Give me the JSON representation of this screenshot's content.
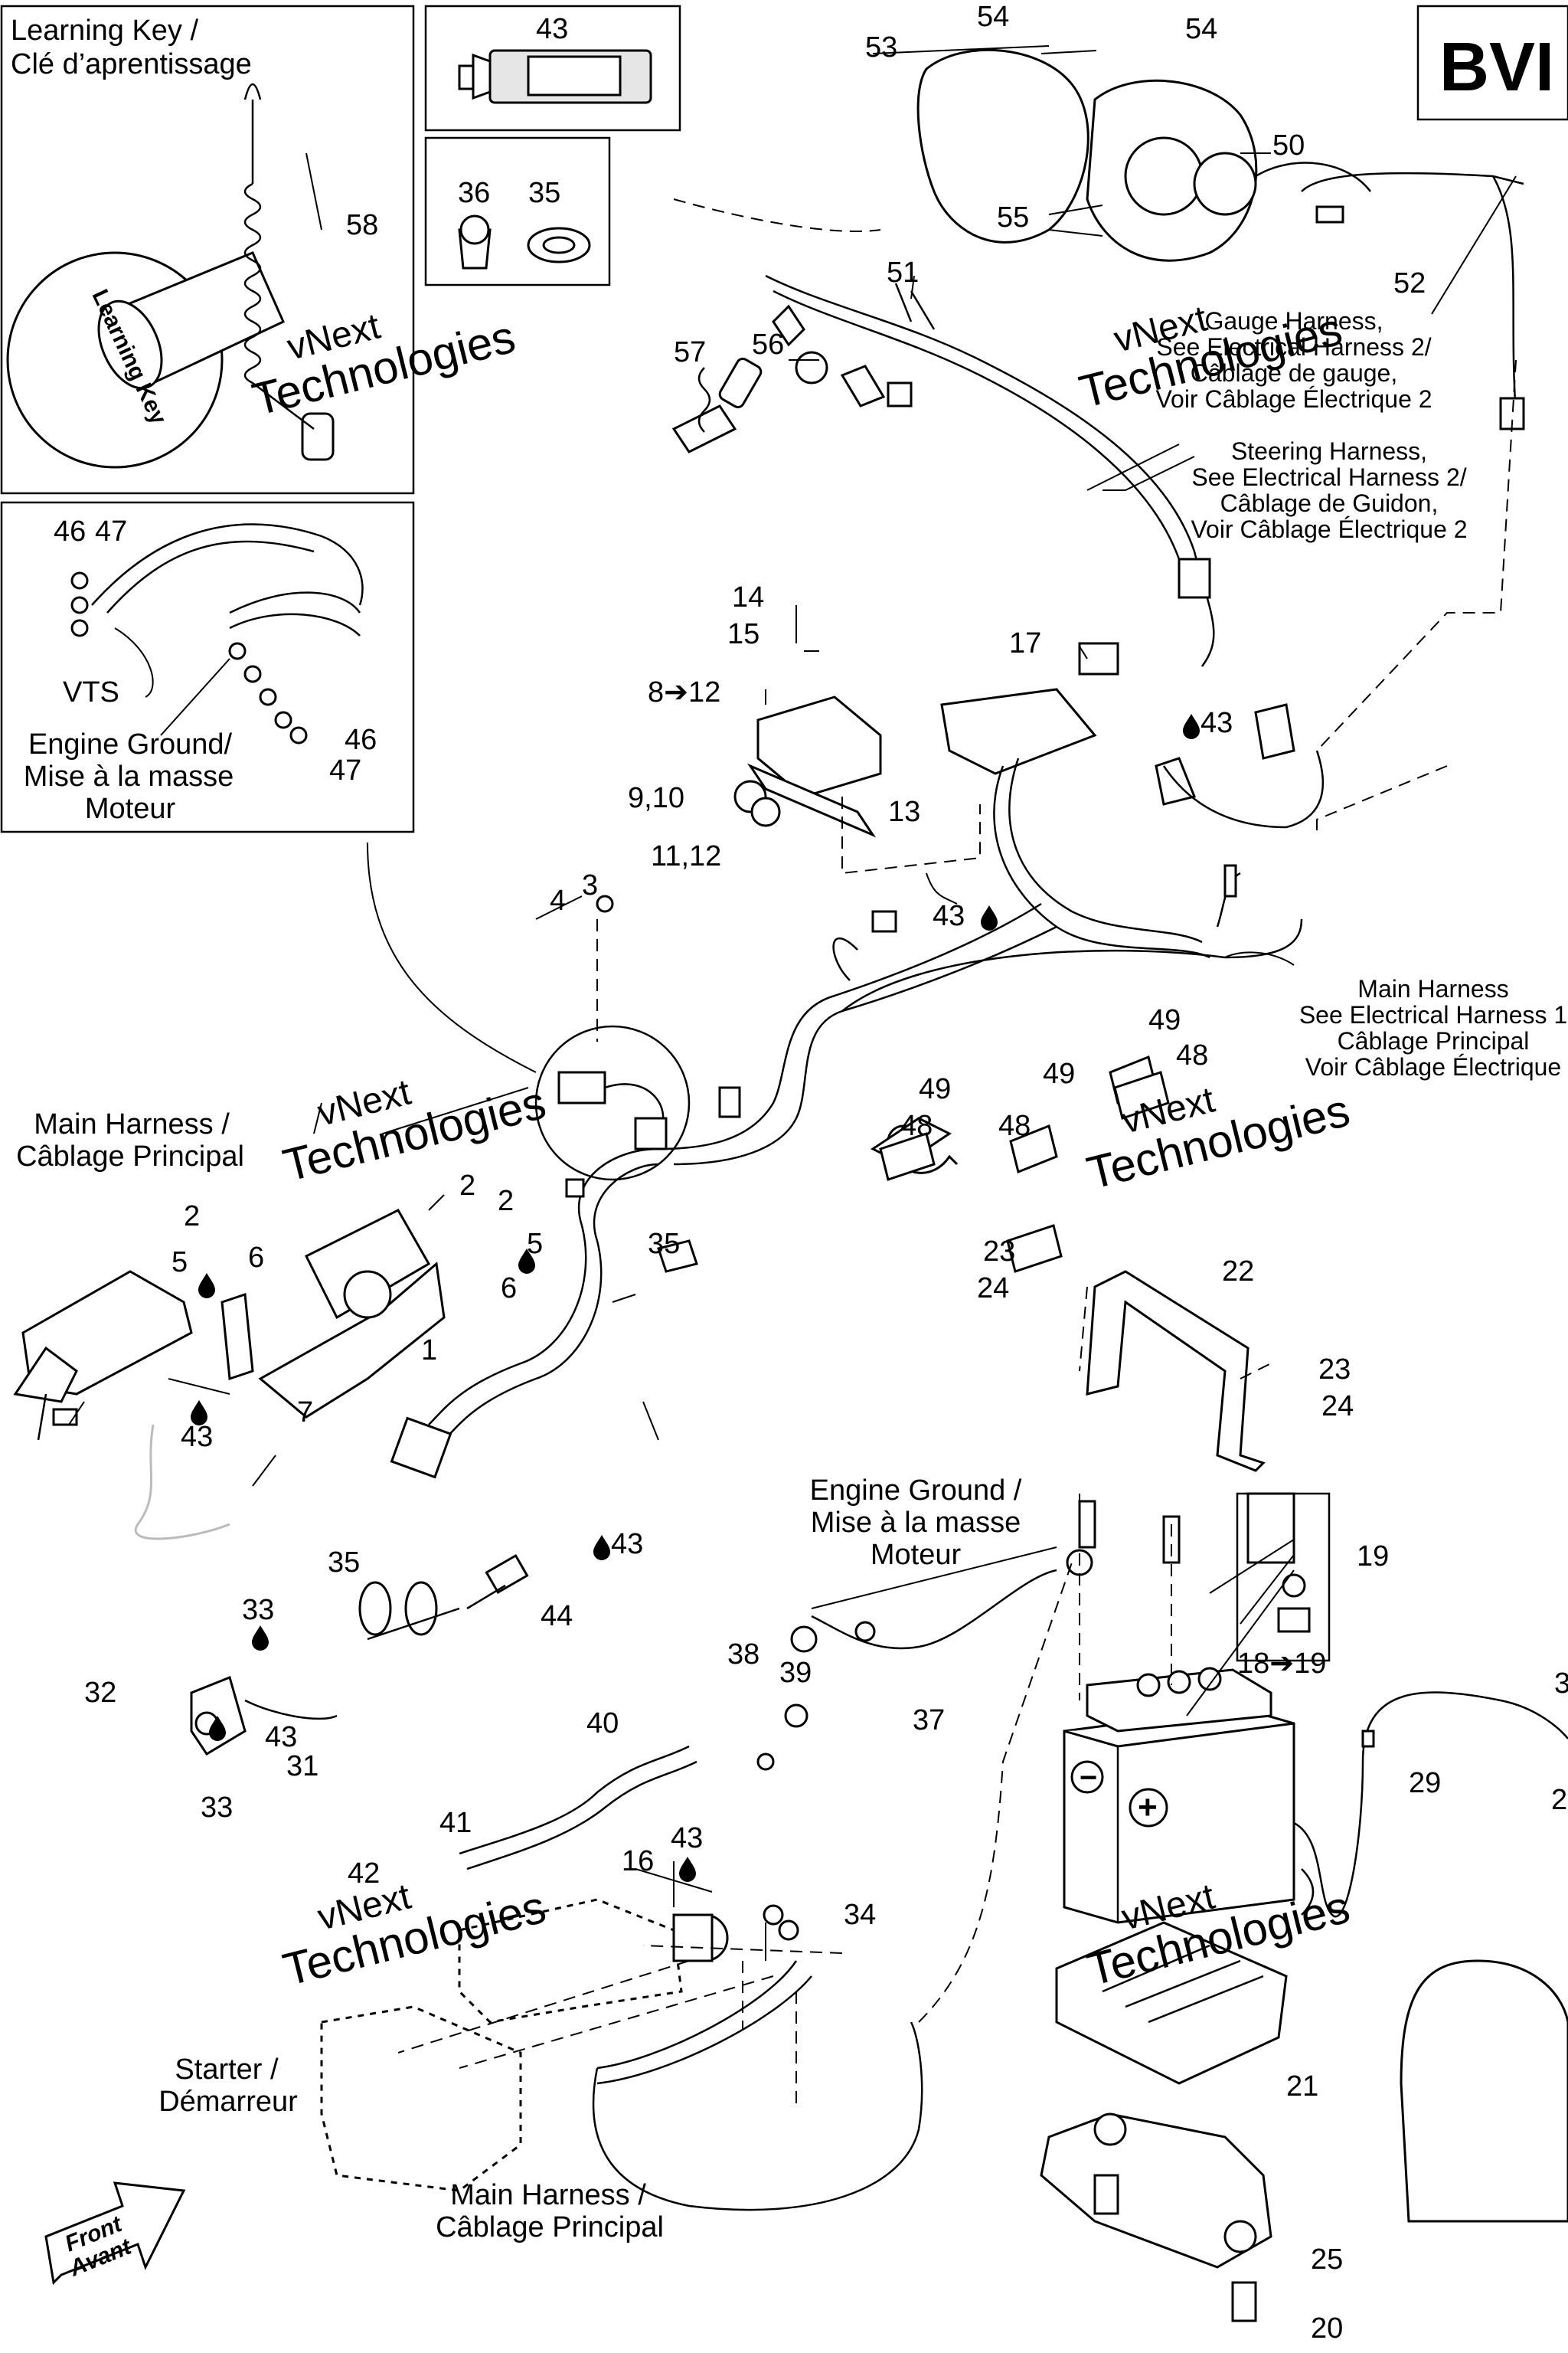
{
  "page_code": "BVI",
  "boxes": {
    "learning_key_title": [
      "Learning Key /",
      "Clé d’aprentissage"
    ],
    "learning_key_text": [
      "Learning Key"
    ],
    "vts_box": {
      "vts": "VTS",
      "engine_ground": [
        "Engine Ground/",
        "Mise à la masse",
        "Moteur"
      ]
    }
  },
  "callouts": [
    "1",
    "2",
    "2",
    "2",
    "3",
    "4",
    "5",
    "5",
    "6",
    "6",
    "7",
    "8➔12",
    "9,10",
    "11,12",
    "13",
    "14",
    "15",
    "16",
    "17",
    "18➔19",
    "19",
    "20",
    "21",
    "22",
    "23",
    "23",
    "24",
    "24",
    "25",
    "29",
    "31",
    "32",
    "33",
    "33",
    "34",
    "35",
    "35",
    "35",
    "36",
    "37",
    "38",
    "39",
    "40",
    "41",
    "42",
    "43",
    "43",
    "43",
    "43",
    "43",
    "43",
    "43",
    "44",
    "46",
    "46",
    "47",
    "47",
    "48",
    "48",
    "48",
    "49",
    "49",
    "49",
    "50",
    "51",
    "52",
    "53",
    "54",
    "54",
    "55",
    "56",
    "57",
    "58",
    "3",
    "2"
  ],
  "labels": {
    "gauge_harness": [
      "Gauge Harness,",
      "See Electrical Harness 2/",
      "Câblage de gauge,",
      "Voir Câblage Électrique 2"
    ],
    "steering_harness": [
      "Steering Harness,",
      "See Electrical Harness 2/",
      "Câblage de Guidon,",
      "Voir Câblage Électrique 2"
    ],
    "main_harness_right": [
      "Main Harness",
      "See Electrical Harness 1",
      "Câblage Principal",
      "Voir Câblage Électrique"
    ],
    "main_harness_left": [
      "Main Harness /",
      "Câblage Principal"
    ],
    "engine_ground_mid": [
      "Engine Ground /",
      "Mise à la masse",
      "Moteur"
    ],
    "starter": [
      "Starter /",
      "Démarreur"
    ],
    "main_harness_bottom": [
      "Main Harness /",
      "Câblage Principal"
    ],
    "front": [
      "Front",
      "Avant"
    ]
  },
  "watermark": {
    "line1": "vNext",
    "line2": "Technologies"
  },
  "icons": [
    "sealant-drop-icon",
    "front-arrow-icon",
    "battery-plus-icon",
    "battery-minus-icon"
  ]
}
